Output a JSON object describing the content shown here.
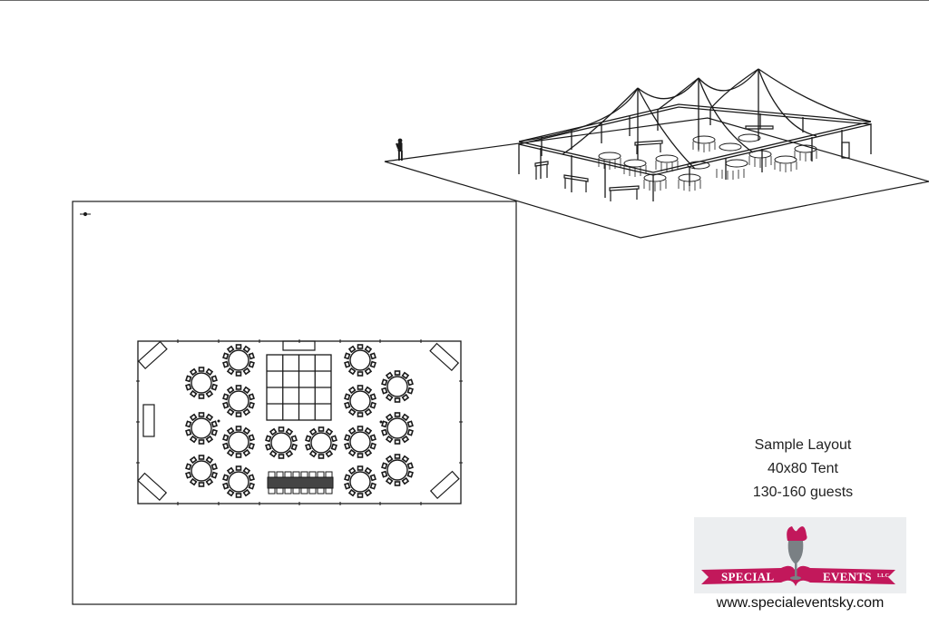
{
  "caption": {
    "line1": "Sample Layout",
    "line2": "40x80 Tent",
    "line3": "130-160 guests"
  },
  "logo": {
    "left_word": "SPECIAL",
    "right_word": "EVENTS",
    "suffix": "LLC",
    "ribbon_color": "#c2185b",
    "glass_color": "#7a8084"
  },
  "url": "www.specialeventsky.com",
  "floorplan": {
    "round_tables": 16,
    "dance_floor_grid": "4x4",
    "corner_bars": 4,
    "side_table": 1,
    "stage_rect": 1,
    "bench_seating_chairs": 16
  },
  "perspective": {
    "tent_peaks": 3,
    "human_scale_figure": true
  },
  "colors": {
    "line": "#1a1a1a",
    "background": "#ffffff"
  }
}
